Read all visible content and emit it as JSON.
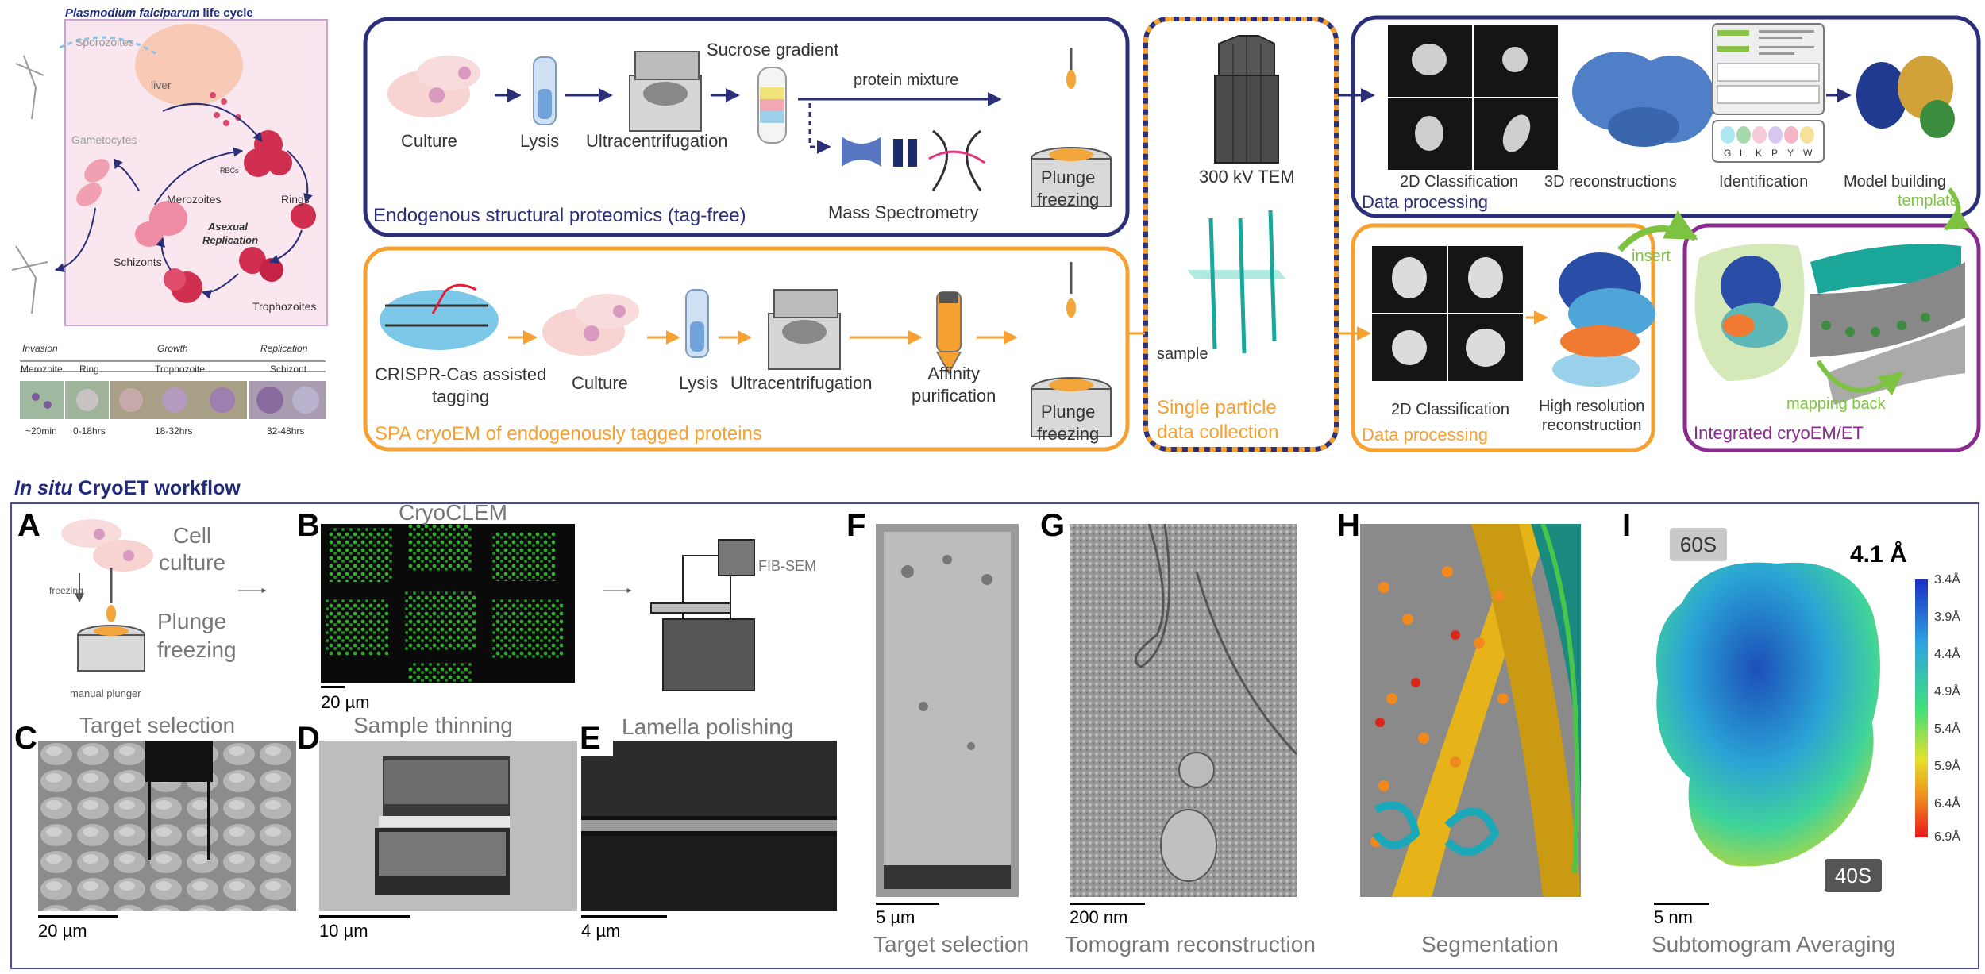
{
  "life_cycle": {
    "title_species": "Plasmodium falciparum",
    "title_rest": " life cycle",
    "sporozoites": "Sporozoites",
    "liver": "liver",
    "gametocytes": "Gametocytes",
    "rbcs": "RBCs",
    "merozoites": "Merozoites",
    "rings": "Rings",
    "asexual": "Asexual",
    "replication": "Replication",
    "schizonts": "Schizonts",
    "trophozoites": "Trophozoites",
    "stage_headers": [
      "Invasion",
      "Growth",
      "Replication"
    ],
    "stages": [
      "Merozoite",
      "Ring",
      "Trophozoite",
      "Schizont"
    ],
    "times": [
      "~20min",
      "0-18hrs",
      "18-32hrs",
      "32-48hrs"
    ]
  },
  "endogenous": {
    "sucrose": "Sucrose gradient",
    "protein_mixture": "protein mixture",
    "culture": "Culture",
    "lysis": "Lysis",
    "ultra": "Ultracentrifugation",
    "mass_spec": "Mass Spectrometry",
    "plunge": "Plunge\nfreezing",
    "title": "Endogenous structural proteomics (tag-free)"
  },
  "spa": {
    "crispr": "CRISPR-Cas assisted\ntagging",
    "culture": "Culture",
    "lysis": "Lysis",
    "ultra": "Ultracentrifugation",
    "affinity": "Affinity\npurification",
    "plunge": "Plunge\nfreezing",
    "title": "SPA cryoEM of endogenously tagged proteins"
  },
  "collection": {
    "tem": "300 kV TEM",
    "sample": "sample",
    "title": "Single particle\ndata collection"
  },
  "data_processing_top": {
    "class2d": "2D Classification",
    "recon3d": "3D reconstructions",
    "identification": "Identification",
    "model": "Model building",
    "title": "Data processing",
    "template": "template",
    "seq_letters": [
      "G",
      "L",
      "K",
      "P",
      "Y",
      "W"
    ]
  },
  "data_processing_bottom": {
    "class2d": "2D Classification",
    "highres": "High resolution\nreconstruction",
    "title": "Data processing",
    "insert": "insert"
  },
  "integrated": {
    "mapping": "mapping back",
    "title": "Integrated cryoEM/ET"
  },
  "insitu": {
    "title_italic": "In situ",
    "title_rest": " CryoET workflow",
    "panel_letters": [
      "A",
      "B",
      "C",
      "D",
      "E",
      "F",
      "G",
      "H",
      "I"
    ],
    "cell_culture": "Cell\nculture",
    "freezing": "freezing",
    "plunge": "Plunge\nfreezing",
    "manual_plunger": "manual plunger",
    "cryoclem": "CryoCLEM",
    "fibsem": "FIB-SEM",
    "target_selection_c": "Target selection",
    "sample_thinning": "Sample thinning",
    "lamella_polishing": "Lamella polishing",
    "scales": [
      "20 µm",
      "20 µm",
      "10 µm",
      "4 µm",
      "5 µm",
      "200 nm",
      "5 nm"
    ],
    "captions": [
      "Target selection",
      "Tomogram reconstruction",
      "Segmentation",
      "Subtomogram Averaging"
    ],
    "label_60s": "60S",
    "label_40s": "40S",
    "resolution": "4.1 Å",
    "colorbar_ticks": [
      "3.4Å",
      "3.9Å",
      "4.4Å",
      "4.9Å",
      "5.4Å",
      "5.9Å",
      "6.4Å",
      "6.9Å"
    ]
  },
  "colors": {
    "navy": "#2b2f78",
    "orange": "#f5a031",
    "purple": "#8a2b8f",
    "green": "#7ec242",
    "bg_pink": "#f9e6ef"
  }
}
